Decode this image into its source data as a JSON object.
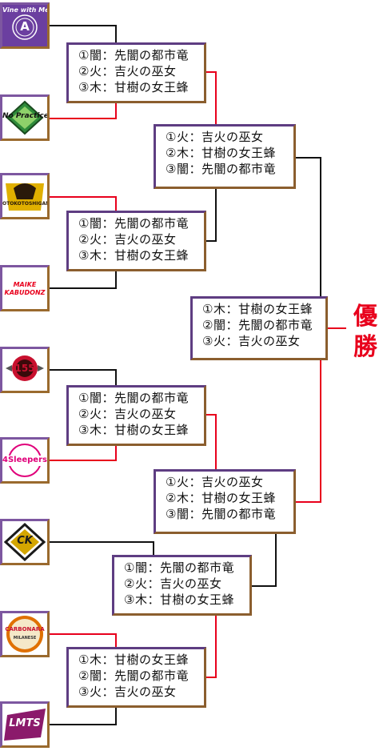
{
  "teams": [
    {
      "logo_text": "Vine with Me",
      "logo_letter": "A",
      "color": "#6b3fa0"
    },
    {
      "logo_text": "No Practice",
      "color": "#2e8b3a"
    },
    {
      "logo_text": "OTOKOTOSHIGAMI",
      "color": "#e0b000"
    },
    {
      "logo_text": "MAIKE KABUDONZ",
      "color": "#e8001c"
    },
    {
      "logo_text": "155",
      "color": "#c8102e"
    },
    {
      "logo_text": "4Sleepers",
      "color": "#e0007a"
    },
    {
      "logo_text": "CK",
      "color": "#1a1a1a"
    },
    {
      "logo_text": "CARBONARA",
      "logo_sub": "MILANESE",
      "color": "#e07000"
    },
    {
      "logo_text": "LMTS",
      "color": "#8b1a6b"
    }
  ],
  "matches": [
    {
      "lines": [
        "①闇：先闇の都市竜",
        "②火：吉火の巫女",
        "③木：甘樹の女王蜂"
      ]
    },
    {
      "lines": [
        "①闇：先闇の都市竜",
        "②火：吉火の巫女",
        "③木：甘樹の女王蜂"
      ]
    },
    {
      "lines": [
        "①火：吉火の巫女",
        "②木：甘樹の女王蜂",
        "③闇：先闇の都市竜"
      ]
    },
    {
      "lines": [
        "①木：甘樹の女王蜂",
        "②闇：先闇の都市竜",
        "③火：吉火の巫女"
      ]
    },
    {
      "lines": [
        "①闇：先闇の都市竜",
        "②火：吉火の巫女",
        "③木：甘樹の女王蜂"
      ]
    },
    {
      "lines": [
        "①火：吉火の巫女",
        "②木：甘樹の女王蜂",
        "③闇：先闇の都市竜"
      ]
    },
    {
      "lines": [
        "①闇：先闇の都市竜",
        "②火：吉火の巫女",
        "③木：甘樹の女王蜂"
      ]
    },
    {
      "lines": [
        "①木：甘樹の女王蜂",
        "②闇：先闇の都市竜",
        "③火：吉火の巫女"
      ]
    }
  ],
  "champion": {
    "label": "優勝",
    "color": "#e8001c"
  },
  "colors": {
    "win_line": "#e8001c",
    "lose_line": "#111111"
  }
}
